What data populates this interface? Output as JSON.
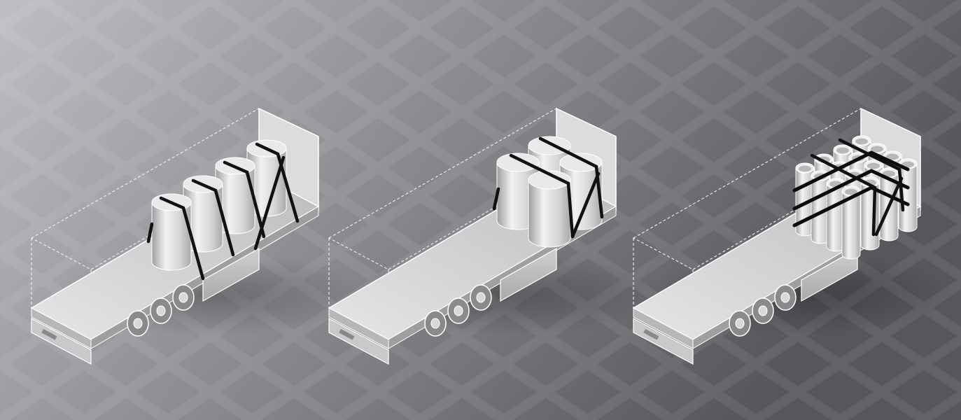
{
  "scene": {
    "description_text": "",
    "background_colors": {
      "light": "#b9bbbe",
      "dark": "#5c5e62"
    },
    "trucks": [
      {
        "name": "trailer-vertical-cylinders",
        "cargo": "four-large-cylinders-in-row"
      },
      {
        "name": "trailer-grouped-cylinders",
        "cargo": "four-large-cylinders-square"
      },
      {
        "name": "trailer-pipe-bundle",
        "cargo": "bundled-pipes-with-bands"
      }
    ],
    "colors": {
      "strap": "#111111",
      "trailer": "#d9d9d9",
      "cargo": "#e4e4e4"
    }
  }
}
